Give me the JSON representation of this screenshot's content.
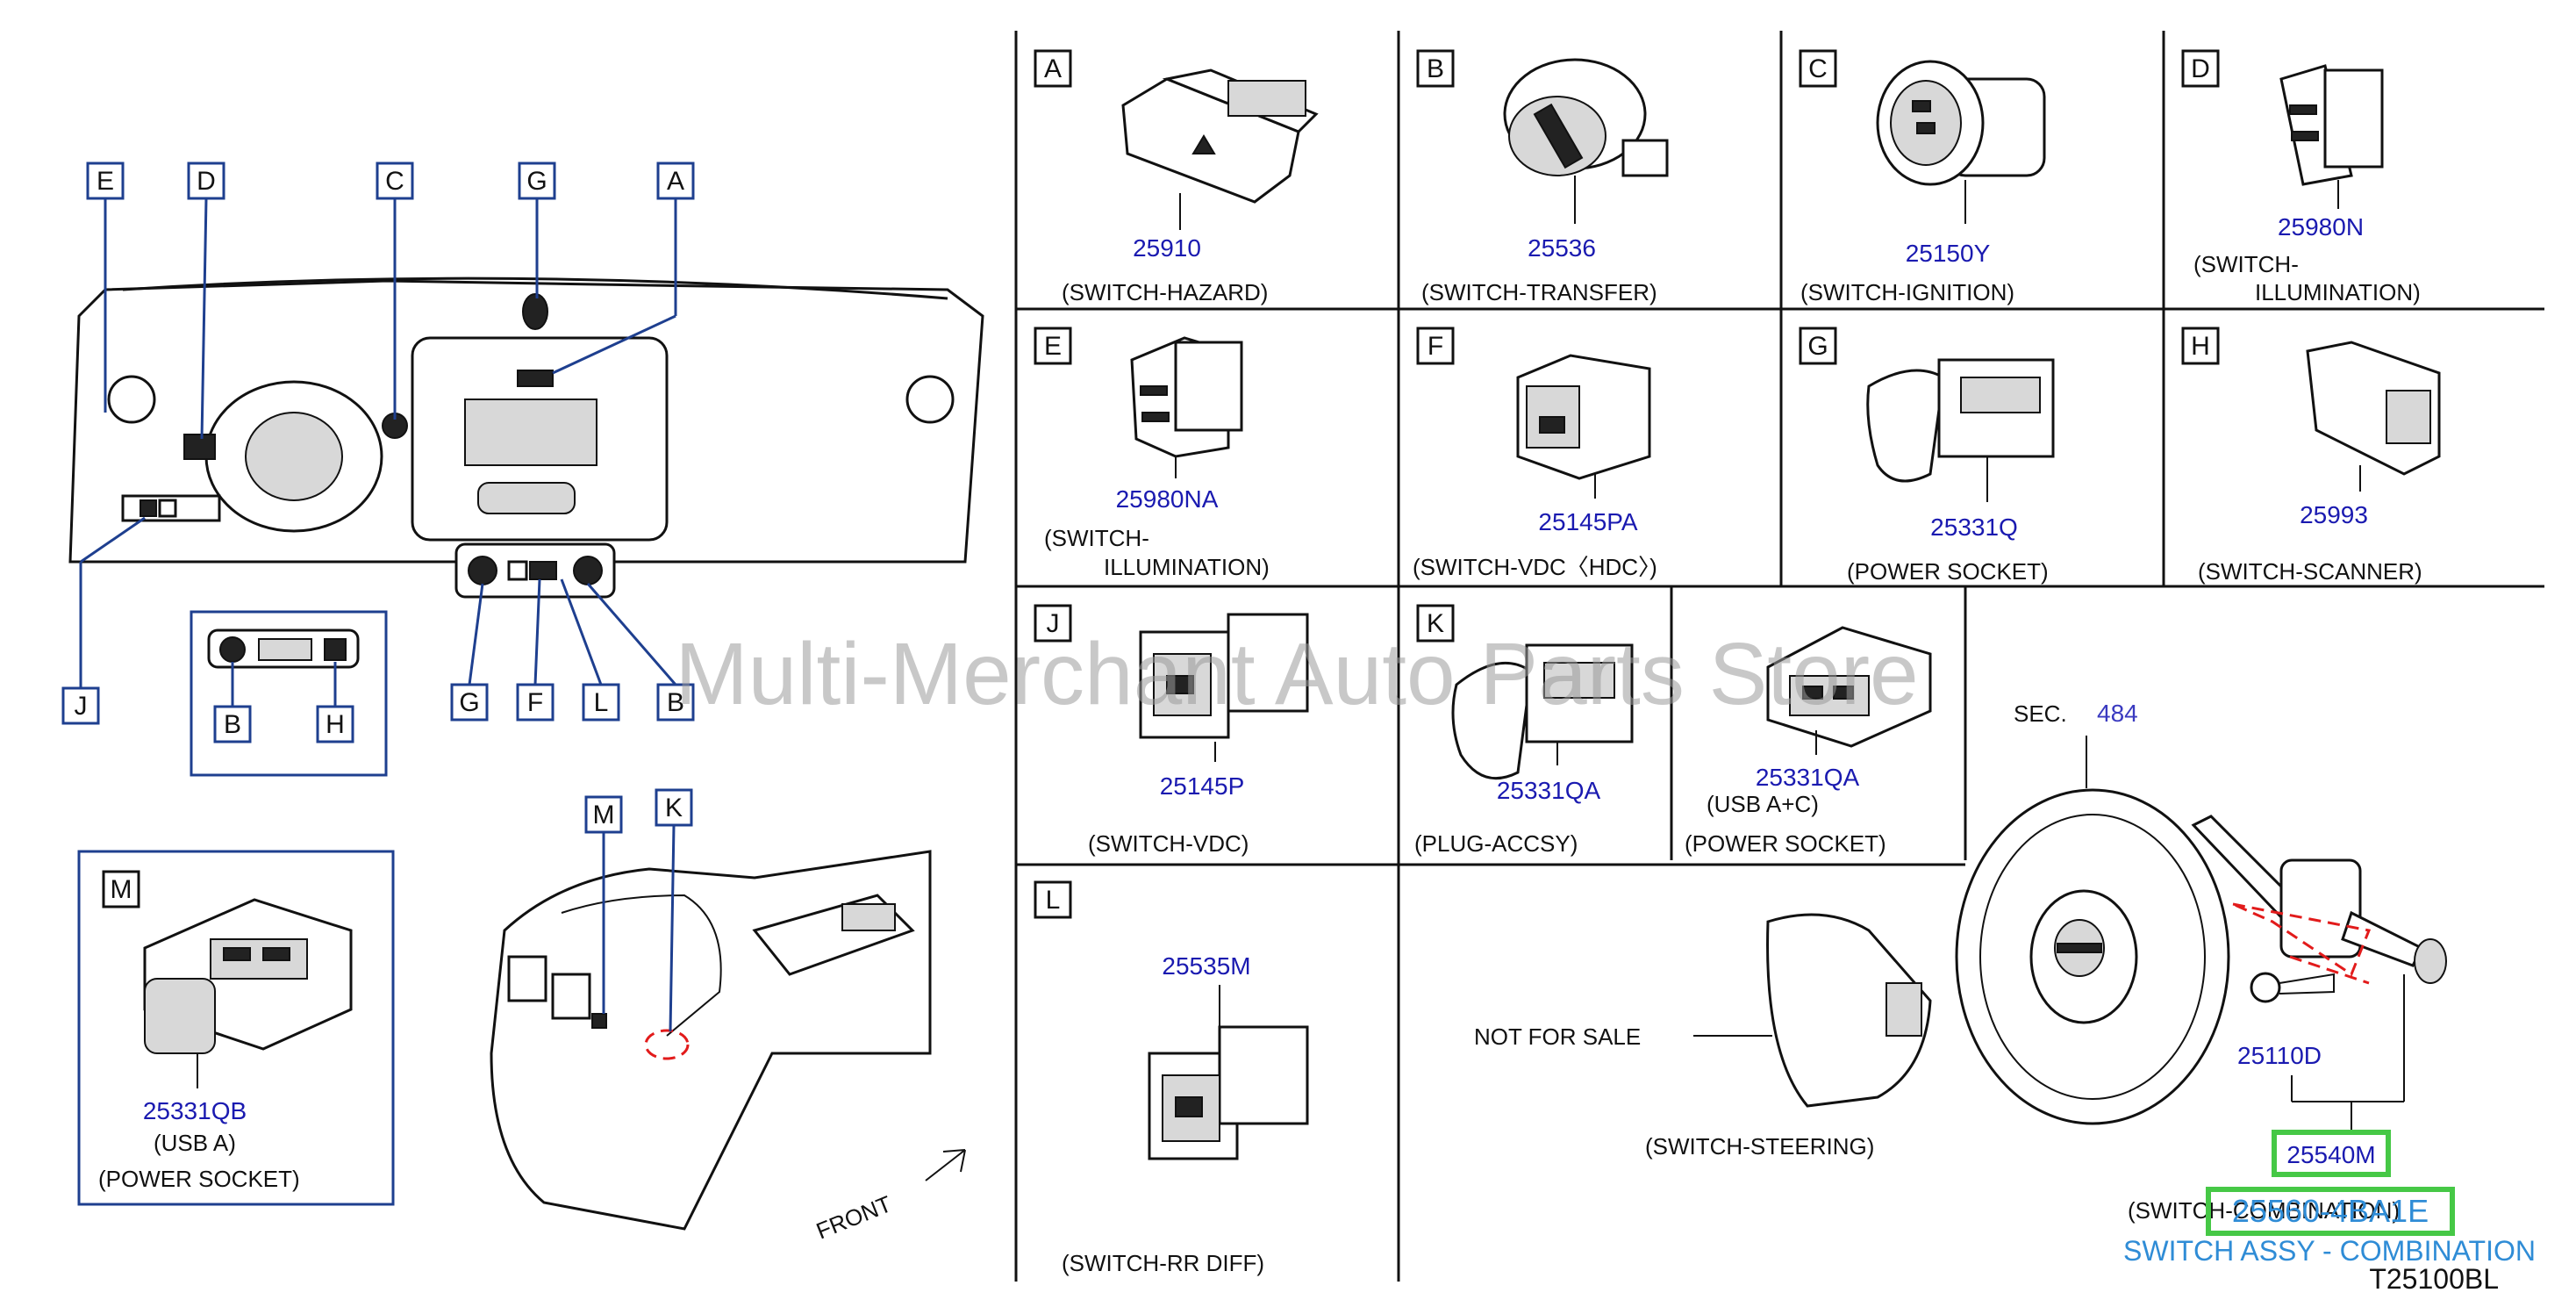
{
  "watermark": "Multi-Merchant Auto Parts Store",
  "diagram_code": "T25100BL",
  "highlight": {
    "part_number": "25540M",
    "part_full": "25560-4BA1E",
    "title": "SWITCH ASSY - COMBINATION"
  },
  "dashboard_callouts": [
    "E",
    "D",
    "C",
    "G",
    "A",
    "J",
    "B",
    "H",
    "G",
    "F",
    "L",
    "B"
  ],
  "console_callouts": [
    "M",
    "K"
  ],
  "front_label": "FRONT",
  "cells": {
    "A": {
      "letter": "A",
      "part": "25910",
      "name": "(SWITCH-HAZARD)"
    },
    "B": {
      "letter": "B",
      "part": "25536",
      "name": "(SWITCH-TRANSFER)"
    },
    "C": {
      "letter": "C",
      "part": "25150Y",
      "name": "(SWITCH-IGNITION)"
    },
    "D": {
      "letter": "D",
      "part": "25980N",
      "name1": "(SWITCH-",
      "name2": "ILLUMINATION)"
    },
    "E": {
      "letter": "E",
      "part": "25980NA",
      "name1": "(SWITCH-",
      "name2": "ILLUMINATION)"
    },
    "F": {
      "letter": "F",
      "part": "25145PA",
      "name": "(SWITCH-VDC〈HDC〉)"
    },
    "G": {
      "letter": "G",
      "part": "25331Q",
      "name": "(POWER   SOCKET)"
    },
    "H": {
      "letter": "H",
      "part": "25993",
      "name": "(SWITCH-SCANNER)"
    },
    "J": {
      "letter": "J",
      "part": "25145P",
      "name": "(SWITCH-VDC)"
    },
    "K": {
      "letter": "K",
      "part1": "25331QA",
      "name1": "(PLUG-ACCSY)",
      "part2": "25331QA",
      "sub2": "(USB   A+C)",
      "name2": "(POWER   SOCKET)"
    },
    "L": {
      "letter": "L",
      "part": "25535M",
      "name": "(SWITCH-RR   DIFF)"
    },
    "M": {
      "letter": "M",
      "part": "25331QB",
      "sub": "(USB   A)",
      "name": "(POWER   SOCKET)"
    }
  },
  "steering": {
    "sec_label": "SEC.",
    "sec_number": "484",
    "not_for_sale": "NOT   FOR   SALE",
    "switch_steering": "(SWITCH-STEERING)",
    "screw_part": "25110D",
    "combination_label": "(SWITCH-COMBINATION)"
  }
}
